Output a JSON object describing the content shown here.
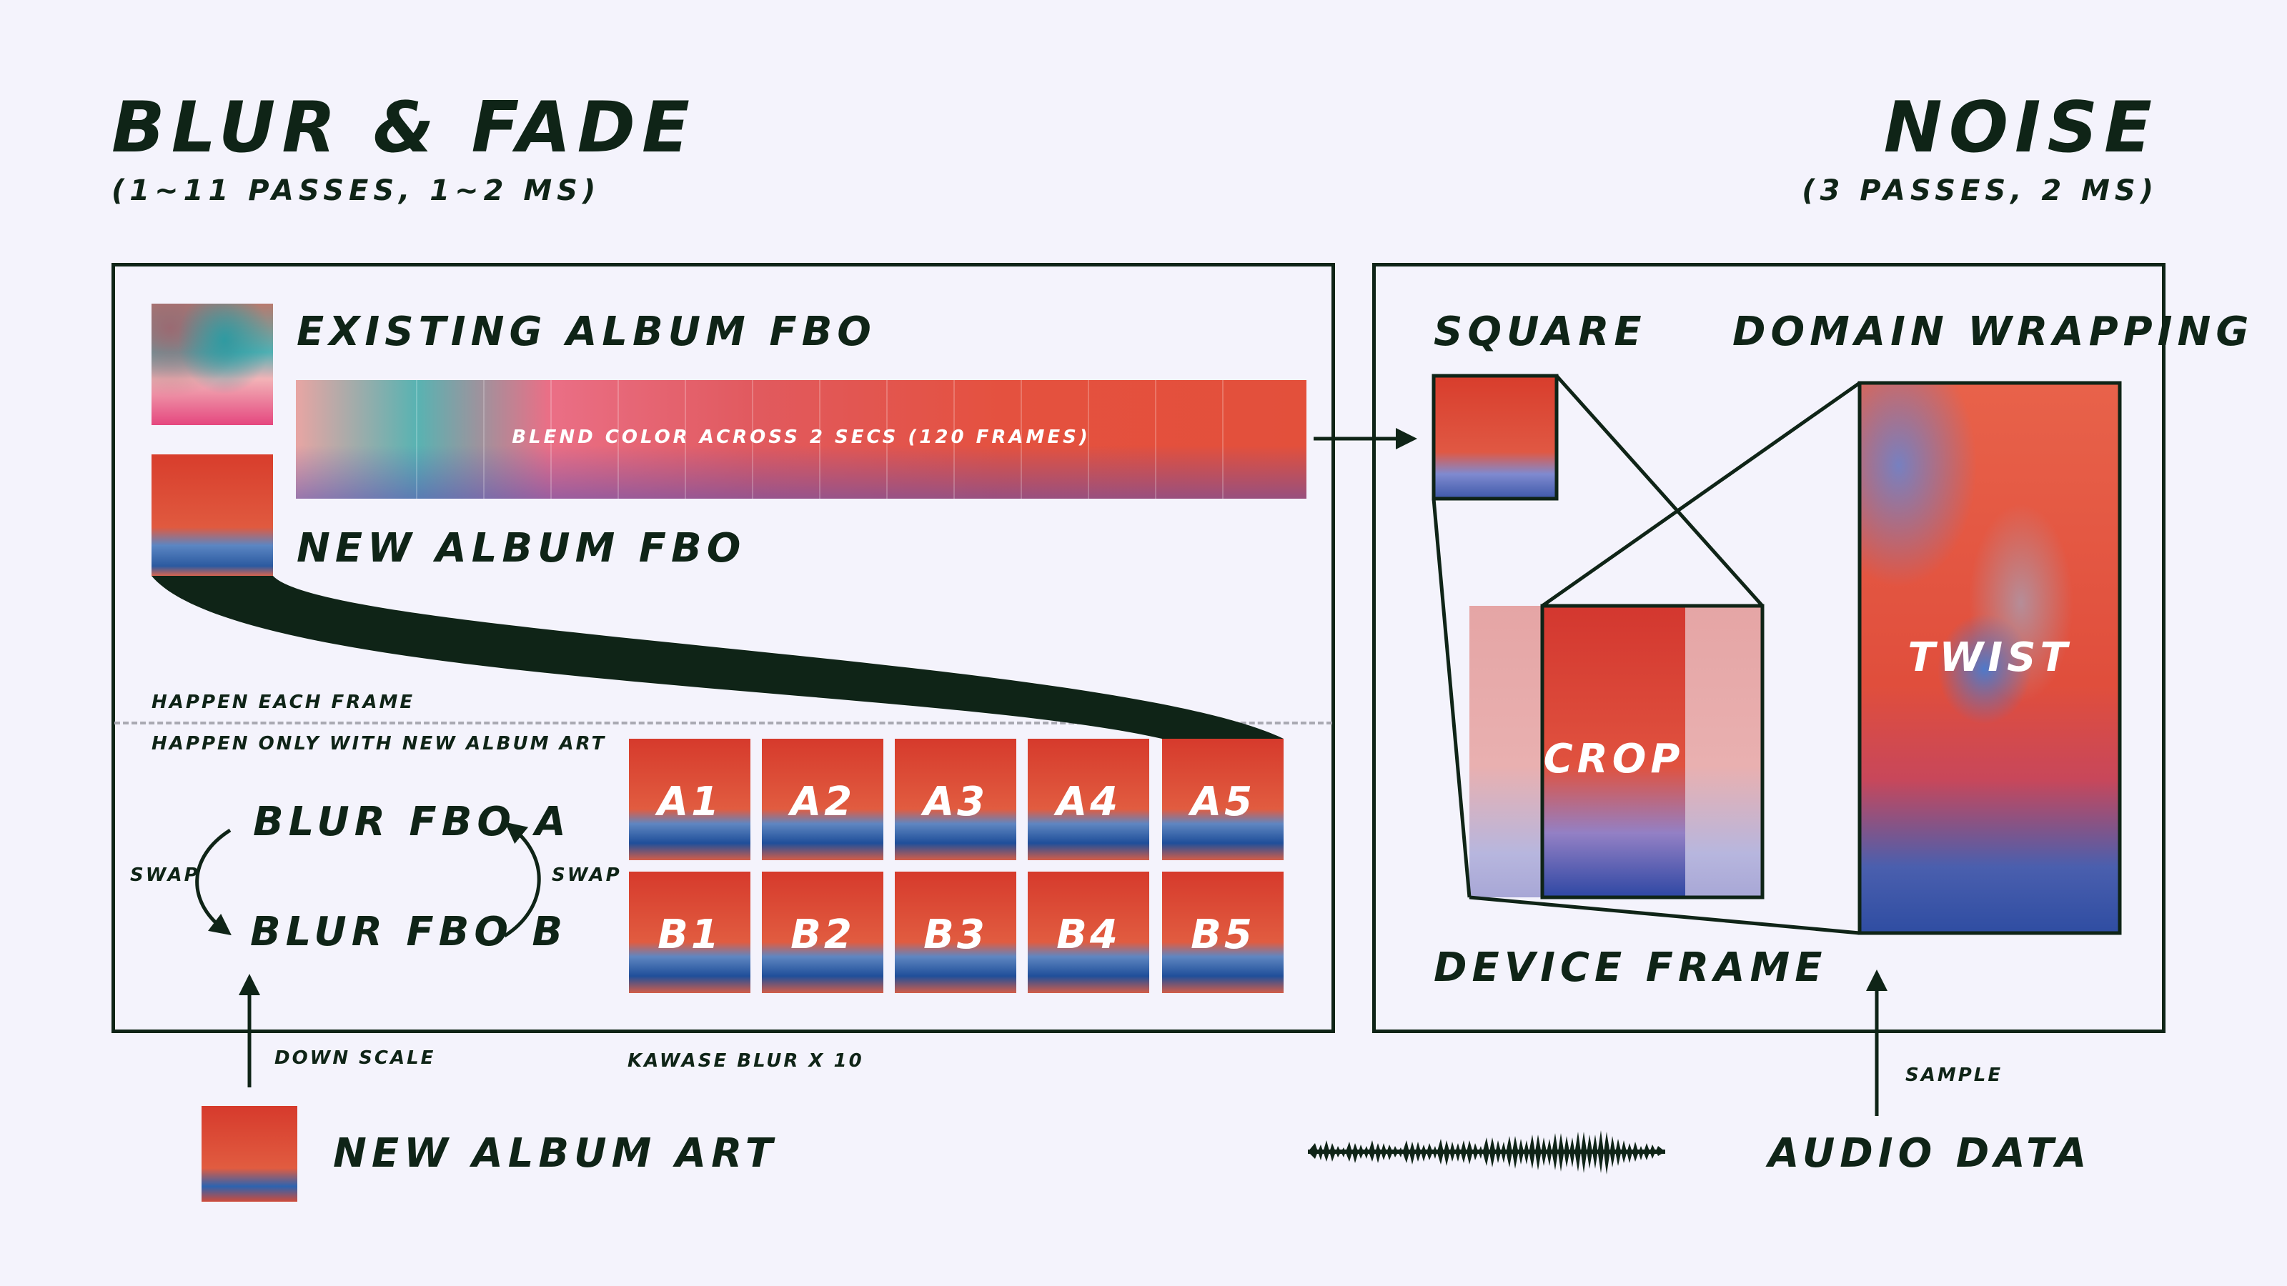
{
  "left_section": {
    "title": "BLUR & FADE",
    "subtitle": "(1~11 PASSES, 1~2 MS)",
    "existing_fbo": "EXISTING ALBUM FBO",
    "new_fbo": "NEW ALBUM FBO",
    "blend_text": "BLEND COLOR ACROSS 2 SECS (120 FRAMES)",
    "happen_each_frame": "HAPPEN EACH FRAME",
    "happen_new_art": "HAPPEN ONLY WITH NEW ALBUM ART",
    "blur_fbo_a": "BLUR FBO A",
    "blur_fbo_b": "BLUR FBO B",
    "swap_left": "SWAP",
    "swap_right": "SWAP",
    "tiles_a": [
      "A1",
      "A2",
      "A3",
      "A4",
      "A5"
    ],
    "tiles_b": [
      "B1",
      "B2",
      "B3",
      "B4",
      "B5"
    ],
    "kawase": "KAWASE BLUR X 10",
    "down_scale": "DOWN SCALE",
    "new_album_art": "NEW ALBUM ART"
  },
  "right_section": {
    "title": "NOISE",
    "subtitle": "(3 PASSES, 2 MS)",
    "square": "SQUARE",
    "domain_wrapping": "DOMAIN WRAPPING",
    "crop": "CROP",
    "twist": "TWIST",
    "device_frame": "DEVICE FRAME",
    "sample": "SAMPLE",
    "audio_data": "AUDIO DATA"
  },
  "colors": {
    "ink": "#0f2417",
    "background": "#f4f3fc",
    "dashed_divider": "#a9a9b2",
    "album_red": "#d83d2c",
    "album_blue": "#2b5aa0"
  }
}
